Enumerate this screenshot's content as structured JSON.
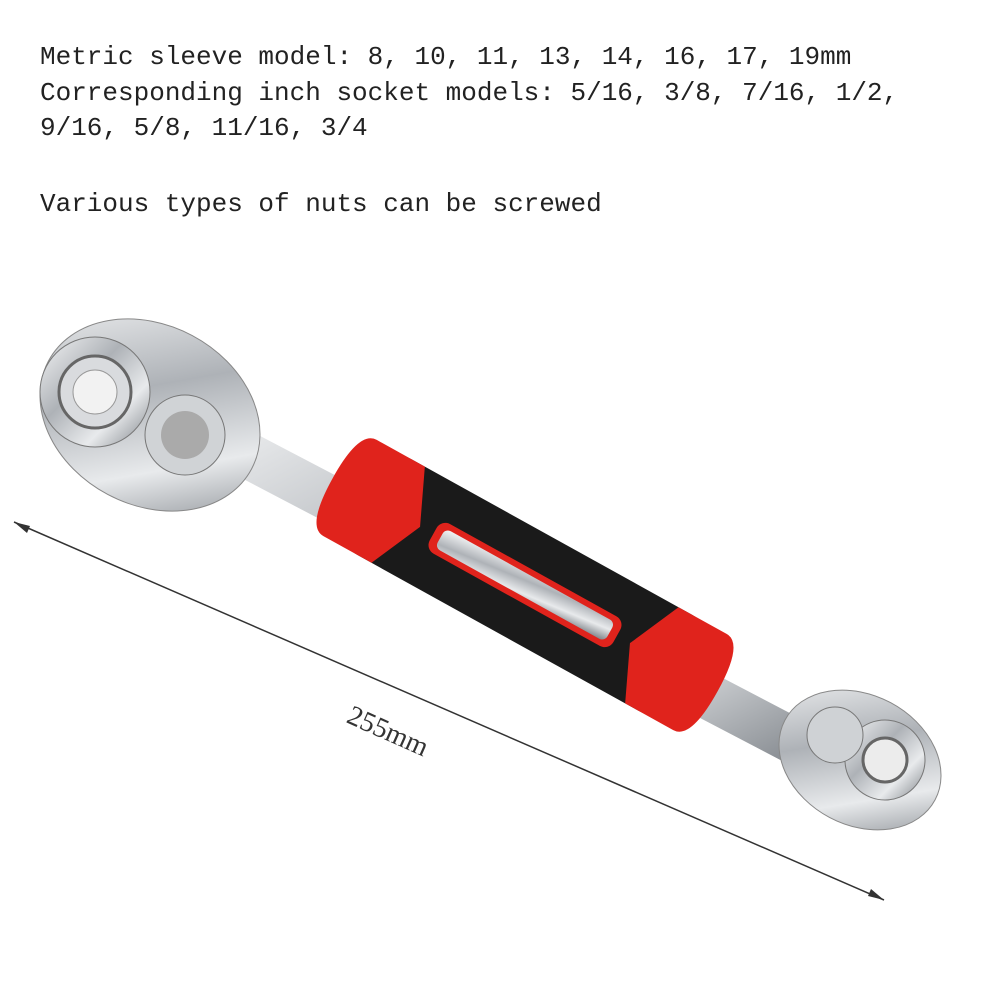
{
  "specs": {
    "metric_line": "Metric sleeve model: 8, 10, 11, 13, 14, 16, 17, 19mm",
    "inch_line_1": "Corresponding inch socket models: 5/16, 3/8, 7/16, 1/2,",
    "inch_line_2": "9/16, 5/8, 11/16, 3/4",
    "nuts_line": "Various types of nuts can be screwed"
  },
  "dimension": {
    "label": "255mm"
  },
  "colors": {
    "handle_red": "#e0231c",
    "handle_black": "#1a1a1a",
    "chrome": "#c9ccd0"
  }
}
